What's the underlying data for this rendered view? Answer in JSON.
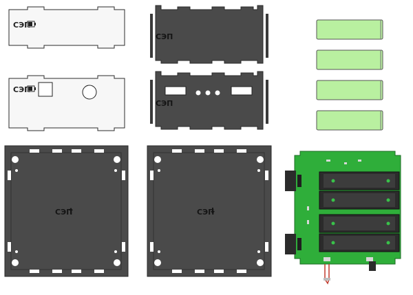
{
  "engraving": {
    "white_panel_top": "СЭП",
    "white_panel_bottom": "СЭП",
    "dark_side_top": "СЭП",
    "dark_side_bottom": "СЭП",
    "plate_left": "СЭП",
    "plate_right": "СЭП"
  },
  "icons": {
    "plate_left_arrow": "arrow-up-icon",
    "plate_right_arrow": "arrow-down-icon",
    "battery_mark": "battery-icon"
  },
  "colors": {
    "white_panel": "#f7f7f7",
    "dark_panel": "#4a4a4a",
    "outline": "#2b2b2b",
    "cell": "#b9f0a0",
    "pcb": "#2fae3a",
    "holder": "#2b2b2b"
  },
  "battery_cell_count": 4
}
